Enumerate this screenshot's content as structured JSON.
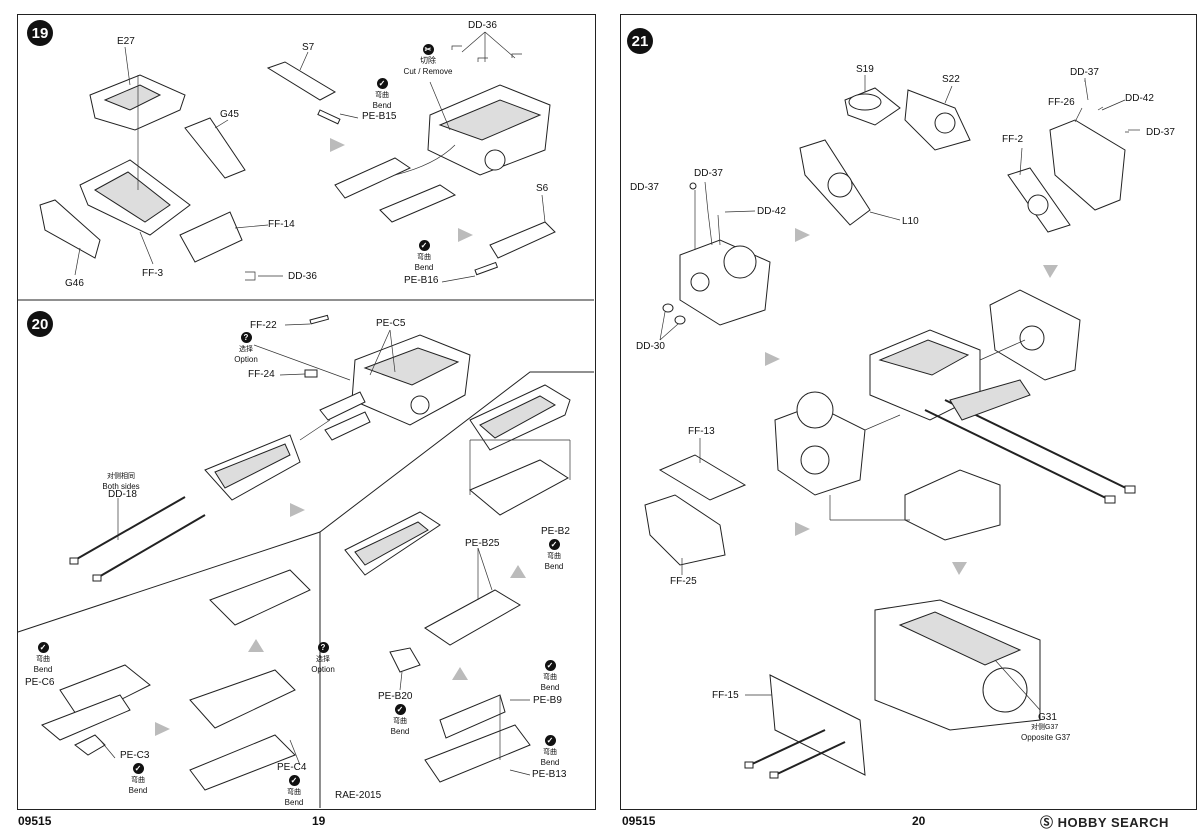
{
  "pages": {
    "left": {
      "footer_code": "09515",
      "page_number": "19",
      "product_code": "RAE-2015"
    },
    "right": {
      "footer_code": "09515",
      "page_number": "20"
    }
  },
  "steps": {
    "s19": {
      "number": "19",
      "labels": {
        "E27": "E27",
        "G45": "G45",
        "FF14": "FF-14",
        "G46": "G46",
        "FF3": "FF-3",
        "DD36a": "DD-36",
        "S7": "S7",
        "DD36b": "DD-36",
        "PEB15": "PE-B15",
        "S6": "S6",
        "PEB16": "PE-B16"
      },
      "notes": {
        "cut_cn": "切除",
        "cut_en": "Cut / Remove",
        "bend1_cn": "弯曲",
        "bend1_en": "Bend",
        "bend2_cn": "弯曲",
        "bend2_en": "Bend"
      }
    },
    "s20": {
      "number": "20",
      "labels": {
        "FF22": "FF-22",
        "FF24": "FF-24",
        "PEC5": "PE-C5",
        "DD18": "DD-18",
        "PEB2": "PE-B2",
        "PEB25": "PE-B25",
        "PEC6": "PE-C6",
        "PEC3": "PE-C3",
        "PEC4": "PE-C4",
        "PEB20": "PE-B20",
        "PEB9": "PE-B9",
        "PEB13": "PE-B13"
      },
      "notes": {
        "option1_cn": "选择",
        "option1_en": "Option",
        "both_cn": "对侧相同",
        "both_en": "Both sides",
        "bendB2_cn": "弯曲",
        "bendB2_en": "Bend",
        "bendC6_cn": "弯曲",
        "bendC6_en": "Bend",
        "bendC3_cn": "弯曲",
        "bendC3_en": "Bend",
        "bendC4_cn": "弯曲",
        "bendC4_en": "Bend",
        "option2_cn": "选择",
        "option2_en": "Option",
        "bendB20_cn": "弯曲",
        "bendB20_en": "Bend",
        "bendB9_cn": "弯曲",
        "bendB9_en": "Bend",
        "bendB13_cn": "弯曲",
        "bendB13_en": "Bend"
      }
    },
    "s21": {
      "number": "21",
      "labels": {
        "S19": "S19",
        "S22": "S22",
        "L10": "L10",
        "DD37a": "DD-37",
        "FF26": "FF-26",
        "DD42a": "DD-42",
        "DD37b": "DD-37",
        "FF2": "FF-2",
        "DD37c": "DD-37",
        "DD37d": "DD-37",
        "DD42b": "DD-42",
        "DD30": "DD-30",
        "FF13": "FF-13",
        "FF25": "FF-25",
        "FF15": "FF-15",
        "G31": "G31",
        "G37": "Opposite G37"
      },
      "notes": {
        "opp_cn": "对侧G37"
      }
    }
  },
  "watermark": {
    "brand": "HOBBY SEARCH"
  }
}
